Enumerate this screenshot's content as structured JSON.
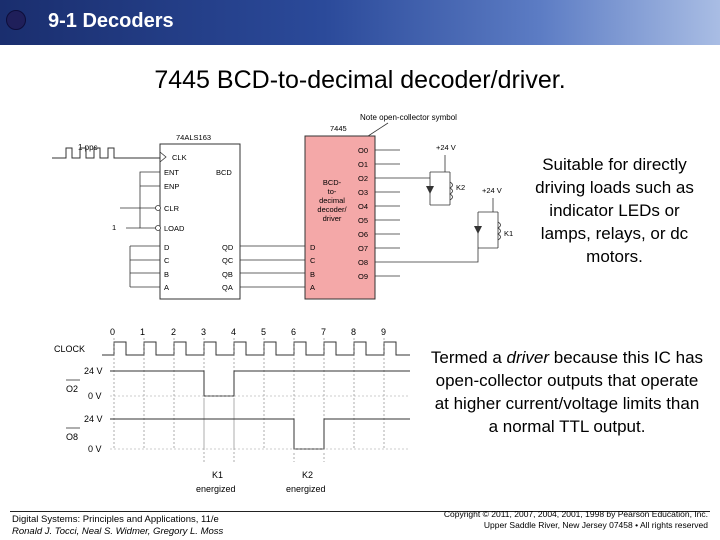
{
  "header": {
    "title": "9-1 Decoders"
  },
  "slide": {
    "title": "7445 BCD-to-decimal decoder/driver."
  },
  "notes": {
    "note1": "Suitable for directly driving loads such as indicator LEDs or lamps, relays, or dc motors.",
    "note2_before": "Termed a ",
    "note2_em": "driver",
    "note2_after": " because this IC has open-collector outputs that operate at higher current/voltage limits than a normal TTL output."
  },
  "circuit": {
    "note_symbol": "Note open-collector symbol",
    "pulse_label": "1 pps",
    "counter_name": "74ALS163",
    "counter_pins_left": [
      "CLK",
      "ENT",
      "ENP",
      "CLR",
      "LOAD",
      "D",
      "C",
      "B",
      "A"
    ],
    "counter_bcd": "BCD",
    "counter_pins_right": [
      "QD",
      "QC",
      "QB",
      "QA"
    ],
    "one_label": "1",
    "decoder_name": "7445",
    "decoder_text": [
      "BCD-",
      "to-",
      "decimal",
      "decoder/",
      "driver"
    ],
    "decoder_pins_left": [
      "D",
      "C",
      "B",
      "A"
    ],
    "decoder_outputs": [
      "O0",
      "O1",
      "O2",
      "O3",
      "O4",
      "O5",
      "O6",
      "O7",
      "O8",
      "O9"
    ],
    "supply_1": "+24 V",
    "supply_2": "+24 V",
    "relay_k2": "K2",
    "relay_k1": "K1"
  },
  "timing": {
    "clock_label": "CLOCK",
    "ticks": [
      "0",
      "1",
      "2",
      "3",
      "4",
      "5",
      "6",
      "7",
      "8",
      "9"
    ],
    "o2_label": "O2",
    "o8_label": "O8",
    "v_labels": [
      "24 V",
      "0 V",
      "24 V",
      "0 V"
    ],
    "k1_label": "K1",
    "k1_sub": "energized",
    "k2_label": "K2",
    "k2_sub": "energized"
  },
  "footer": {
    "left_line1": "Digital Systems: Principles and Applications, 11/e",
    "left_line2": "Ronald J. Tocci, Neal S. Widmer, Gregory L. Moss",
    "right_line1": "Copyright © 2011, 2007, 2004, 2001, 1998 by Pearson Education, Inc.",
    "right_line2": "Upper Saddle River, New Jersey 07458 • All rights reserved"
  },
  "colors": {
    "header_dark": "#1a2e6e",
    "header_light": "#a9bde4",
    "decoder_fill": "#f4a8a8"
  }
}
